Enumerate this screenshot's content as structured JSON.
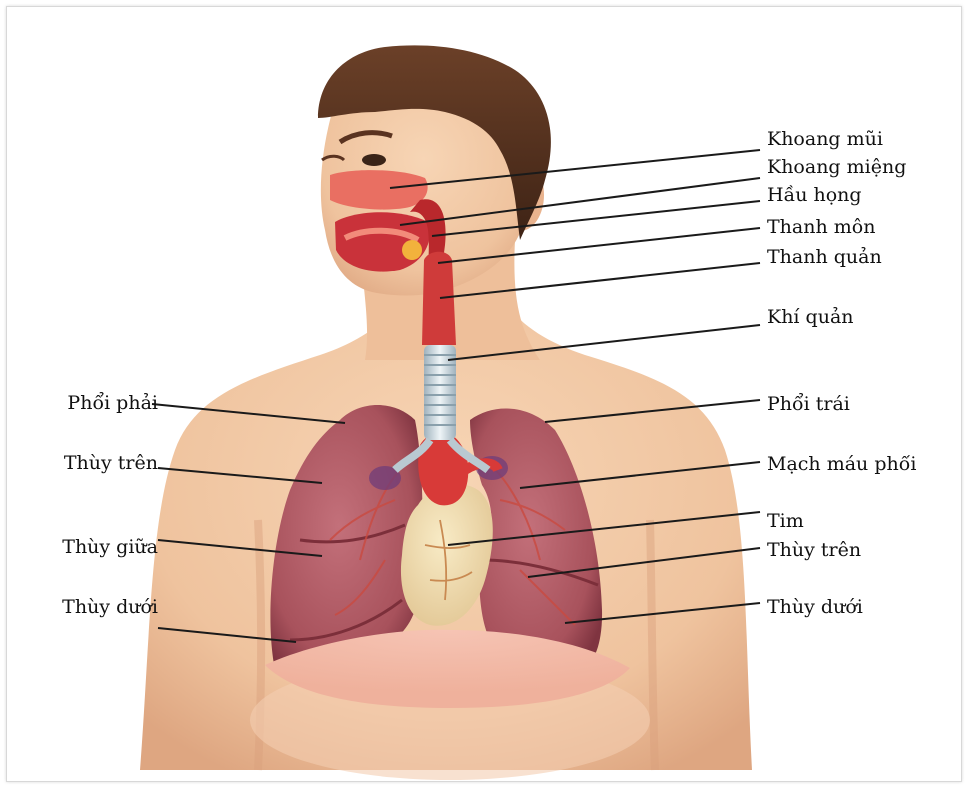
{
  "labels_right": [
    "Khoang mũi",
    "Khoang miệng",
    "Hầu họng",
    "Thanh môn",
    "Thanh quản",
    "Khí quản",
    "Phổi trái",
    "Mạch máu phổi",
    "Tim",
    "Thùy trên",
    "Thùy dưới"
  ],
  "labels_left": [
    "Phổi phải",
    "Thùy trên",
    "Thùy giữa",
    "Thùy dưới"
  ],
  "colors": {
    "skin": "#f1c8a4",
    "skin_shadow": "#dca583",
    "hair": "#5a3320",
    "lung": "#b55a63",
    "lung_dark": "#8d3b46",
    "heart": "#f0dca8",
    "trachea": "#d8e4ea",
    "airway": "#d9453c",
    "leader_line": "#1a1a1a"
  }
}
